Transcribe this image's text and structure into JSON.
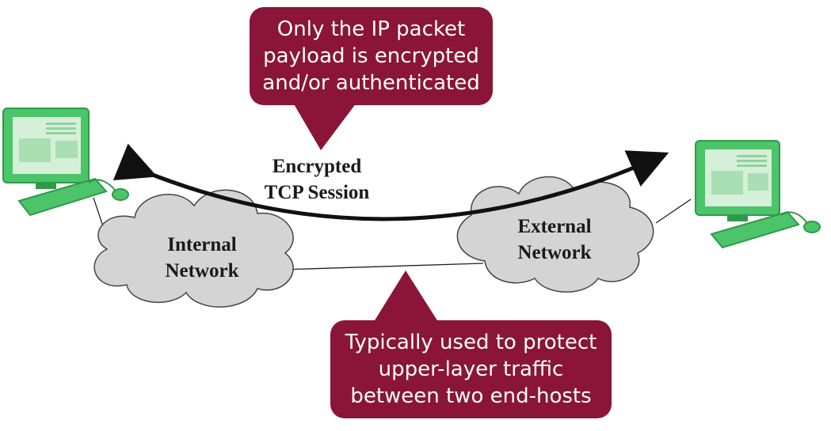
{
  "callouts": {
    "top": {
      "lines": [
        "Only the IP packet",
        "payload is encrypted",
        "and/or authenticated"
      ]
    },
    "bottom": {
      "lines": [
        "Typically used to protect",
        "upper-layer traffic",
        "between two end-hosts"
      ]
    }
  },
  "session": {
    "lines": [
      "Encrypted",
      "TCP Session"
    ]
  },
  "networks": {
    "internal": {
      "lines": [
        "Internal",
        "Network"
      ]
    },
    "external": {
      "lines": [
        "External",
        "Network"
      ]
    }
  },
  "colors": {
    "callout": "#8a1538",
    "cloud_fill": "#d4d4d4",
    "computer_green": "#4cc46a",
    "computer_dark": "#2e9a48",
    "screen_light": "#d6efd8",
    "arrow": "#111111"
  },
  "icons": {
    "left_host": "desktop-computer-icon",
    "right_host": "desktop-computer-icon"
  }
}
